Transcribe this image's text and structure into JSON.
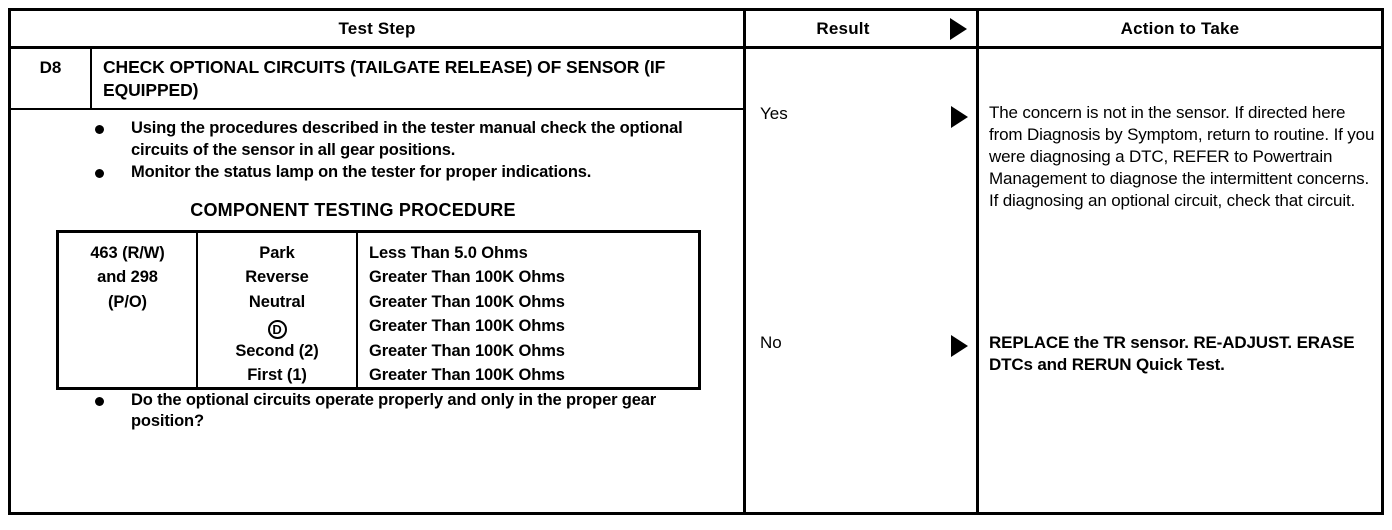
{
  "table": {
    "headers": {
      "test_step": "Test Step",
      "result": "Result",
      "action": "Action to Take",
      "arrow_icon": "triangle-right-icon"
    },
    "step": {
      "code": "D8",
      "title": "CHECK OPTIONAL CIRCUITS (TAILGATE RELEASE) OF SENSOR (IF EQUIPPED)",
      "bullets": [
        "Using the procedures described in the tester manual check the optional circuits of the sensor in all gear positions.",
        "Monitor the status lamp on the tester for proper indications."
      ],
      "procedure_title": "COMPONENT TESTING PROCEDURE",
      "component_table": {
        "circuits": [
          "463 (R/W)",
          "and 298",
          "(P/O)"
        ],
        "gears": [
          "Park",
          "Reverse",
          "Neutral",
          "D",
          "Second (2)",
          "First (1)"
        ],
        "gear_overdrive_symbol": "circled-d-icon",
        "specs": [
          "Less Than 5.0 Ohms",
          "Greater Than 100K Ohms",
          "Greater Than 100K Ohms",
          "Greater Than 100K Ohms",
          "Greater Than 100K Ohms",
          "Greater Than 100K Ohms"
        ]
      },
      "question_bullets": [
        "Do the optional circuits operate properly and only in the proper gear position?"
      ]
    },
    "results": [
      {
        "label": "Yes",
        "arrow_icon": "triangle-right-icon"
      },
      {
        "label": "No",
        "arrow_icon": "triangle-right-icon"
      }
    ],
    "actions": [
      {
        "text": "The concern is not in the sensor. If directed here from Diagnosis by Symptom, return to routine. If you were diagnosing a DTC, REFER to Powertrain Management to diagnose the intermittent concerns.  If diagnosing an optional circuit, check that circuit.",
        "bold": false
      },
      {
        "text": "REPLACE the TR sensor. RE-ADJUST.  ERASE DTCs and RERUN Quick Test.",
        "bold": true
      }
    ]
  },
  "colors": {
    "ink": "#000000",
    "paper": "#ffffff"
  }
}
